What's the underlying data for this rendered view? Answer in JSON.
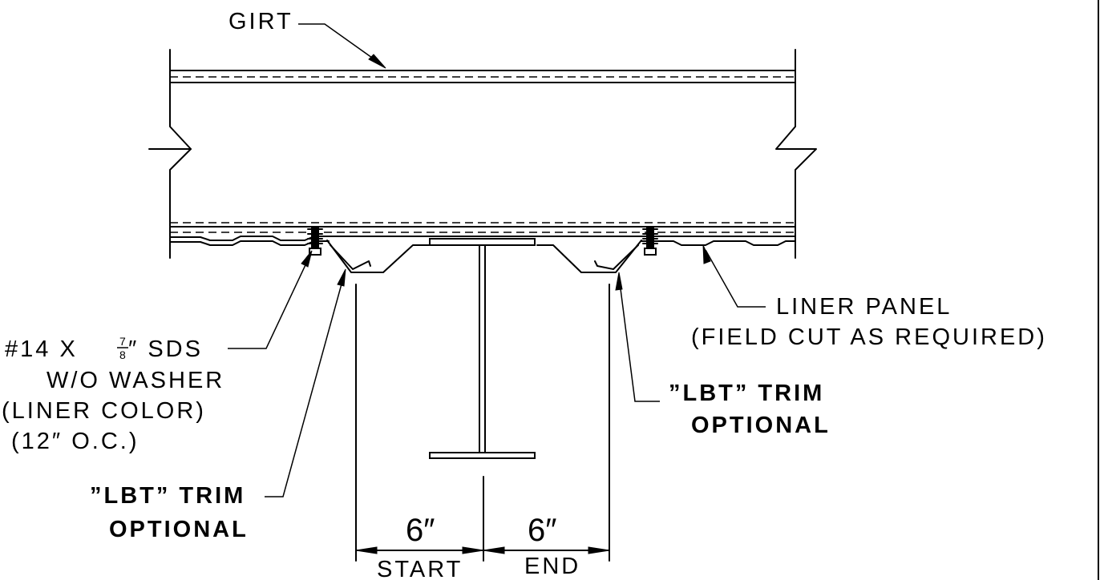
{
  "labels": {
    "girt": "GIRT",
    "liner_panel": "LINER PANEL",
    "field_cut": "(FIELD CUT AS REQUIRED)",
    "screw_prefix": "#14 X",
    "screw_frac_num": "7",
    "screw_frac_den": "8",
    "screw_suffix": "″ SDS",
    "washer": "W/O WASHER",
    "liner_color": "(LINER COLOR)",
    "spacing": "(12″ O.C.)",
    "trim_right_1": "”LBT” TRIM",
    "trim_right_2": "OPTIONAL",
    "trim_left_1": "”LBT” TRIM",
    "trim_left_2": "OPTIONAL"
  },
  "dimensions": {
    "left_value": "6″",
    "right_value": "6″",
    "start": "START",
    "end": "END"
  }
}
